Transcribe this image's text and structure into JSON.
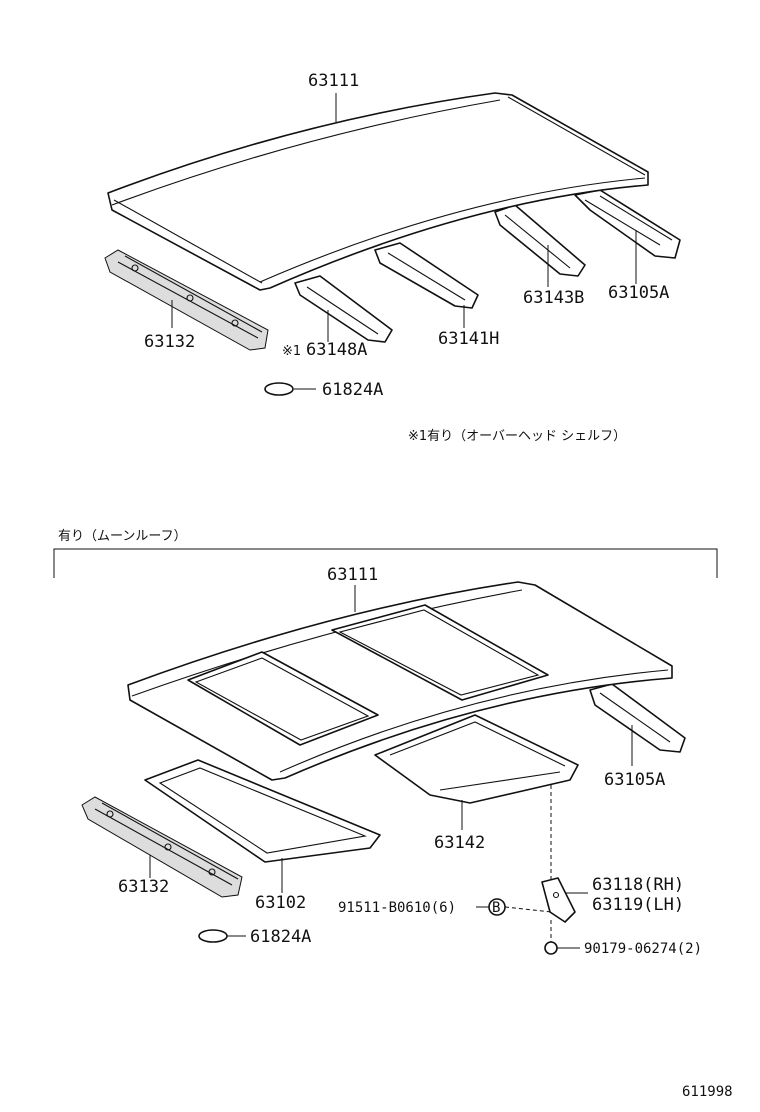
{
  "top_section": {
    "labels": {
      "roof_panel": "63111",
      "front_header": "63132",
      "bow_1": "63148A",
      "bow_1_mark": "※1",
      "bow_2": "63141H",
      "bow_3": "63143B",
      "rear_header": "63105A",
      "plug": "61824A"
    },
    "footnote": "※1有り（オーバーヘッド シェルフ）"
  },
  "bottom_section": {
    "title": "有り（ムーンルーフ）",
    "labels": {
      "roof_panel": "63111",
      "rear_header": "63105A",
      "reinforcement": "63142",
      "front_header": "63132",
      "frame": "63102",
      "plug": "61824A",
      "bracket_rh": "63118(RH)",
      "bracket_lh": "63119(LH)",
      "bolt": "91511-B0610(6)",
      "bolt_circle": "B",
      "nut": "90179-06274(2)"
    }
  },
  "figure_id": "611998"
}
